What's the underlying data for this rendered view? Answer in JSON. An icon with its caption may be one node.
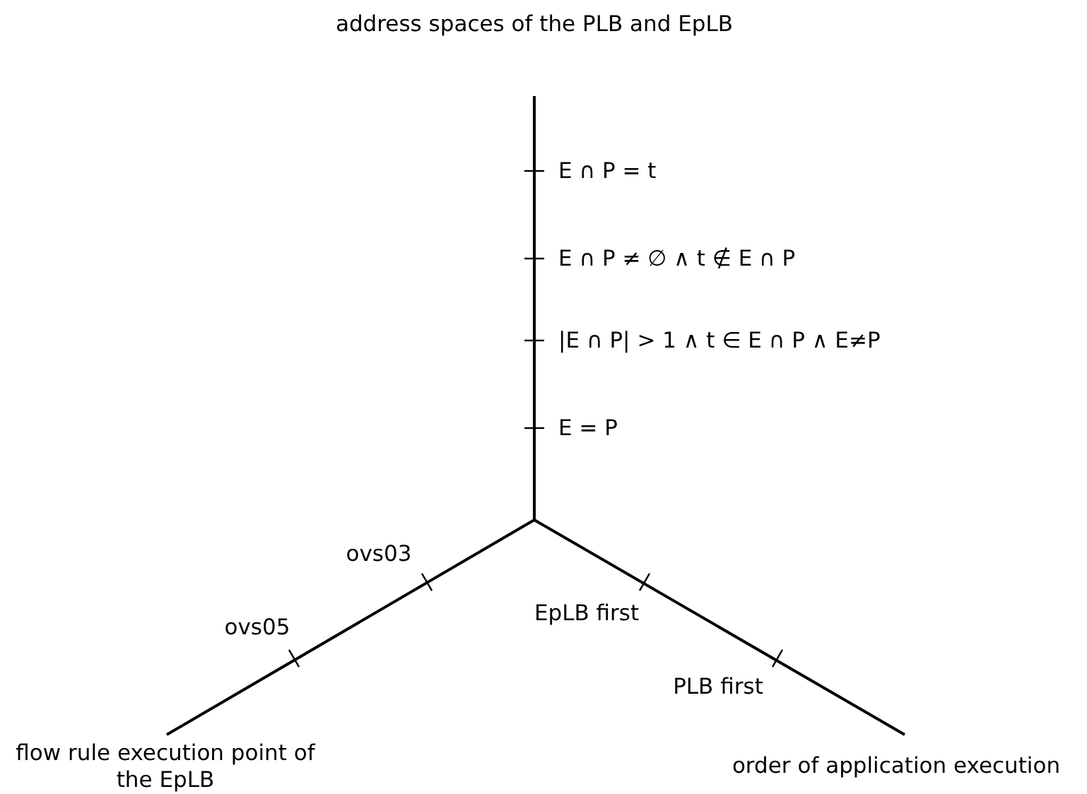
{
  "diagram": {
    "labels": [
      "address spaces of the PLB and EpLB",
      "E ∩ P = t",
      "E ∩ P ≠ ∅ ∧ t ∉ E ∩ P",
      "|E ∩ P| > 1 ∧ t ∈ E ∩ P ∧ E≠P",
      "E = P",
      "ovs03",
      "ovs05",
      "EpLB first",
      "PLB first",
      "flow rule execution point of the EpLB",
      "order of application execution"
    ]
  }
}
